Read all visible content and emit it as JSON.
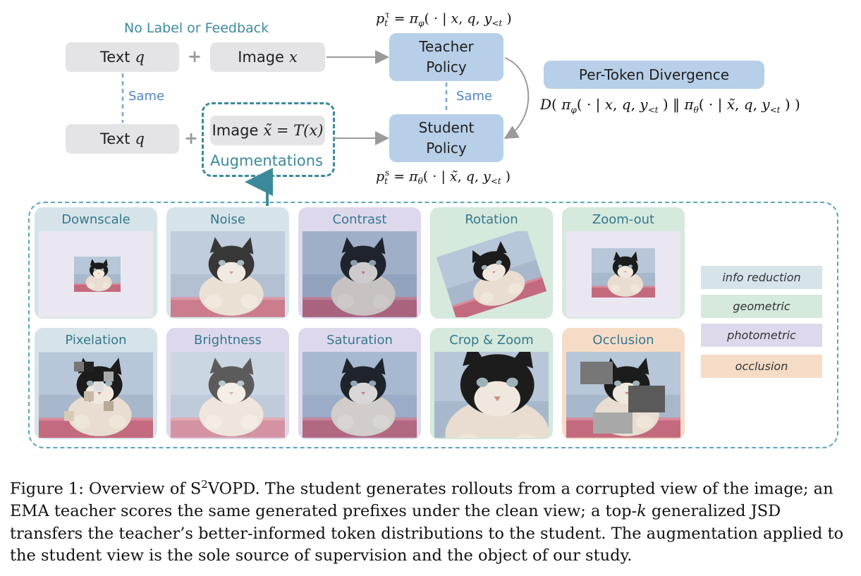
{
  "top": {
    "no_label": "No Label or Feedback",
    "text_q_label": "Text",
    "text_q_var": "q",
    "image_x_label": "Image",
    "image_x_var": "x",
    "image_aug_label": "Image",
    "image_aug_expr": "x̃ = T(x)",
    "plus": "+",
    "same": "Same",
    "augmentations": "Augmentations",
    "teacher_line1": "Teacher",
    "teacher_line2": "Policy",
    "student_line1": "Student",
    "student_line2": "Policy",
    "per_token": "Per-Token Divergence",
    "teacher_formula": "p_t^τ = π_φ( · | x, q, y_<t )",
    "student_formula": "p_t^s = π_θ( · | x̃, q, y_<t )",
    "divergence_formula": "D( π_φ( · | x, q, y_<t ) ‖ π_θ( · | x̃, q, y_<t ) )"
  },
  "augmentations": [
    {
      "label": "Downscale",
      "category": "info"
    },
    {
      "label": "Noise",
      "category": "info"
    },
    {
      "label": "Contrast",
      "category": "photometric"
    },
    {
      "label": "Rotation",
      "category": "geometric"
    },
    {
      "label": "Zoom-out",
      "category": "geometric"
    },
    {
      "label": "Pixelation",
      "category": "info"
    },
    {
      "label": "Brightness",
      "category": "photometric"
    },
    {
      "label": "Saturation",
      "category": "photometric"
    },
    {
      "label": "Crop & Zoom",
      "category": "geometric"
    },
    {
      "label": "Occlusion",
      "category": "occlusion"
    }
  ],
  "legend": {
    "info": "info reduction",
    "geometric": "geometric",
    "photometric": "photometric",
    "occlusion": "occlusion"
  },
  "colors": {
    "info": "#d6e4ea",
    "geometric": "#d5e9dc",
    "photometric": "#ded8ec",
    "occlusion": "#f6dcc7",
    "policy_box": "#b7cfe8",
    "teal": "#3b8a9c"
  },
  "caption": {
    "prefix": "Figure 1: Overview of S",
    "sup": "2",
    "rest": "VOPD. The student generates rollouts from a corrupted view of the image; an EMA teacher scores the same generated prefixes under the clean view; a top-",
    "k": "k",
    "end": " generalized JSD transfers the teacher’s better-informed token distributions to the student. The augmentation applied to the student view is the sole source of supervision and the object of our study."
  }
}
